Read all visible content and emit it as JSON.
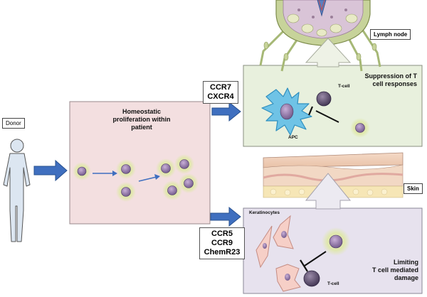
{
  "labels": {
    "donor": "Donor",
    "homeostatic": [
      "Homeostatic",
      "proliferation within",
      "patient"
    ],
    "receptors_top": [
      "CCR7",
      "CXCR4"
    ],
    "receptors_bottom": [
      "CCR5",
      "CCR9",
      "ChemR23"
    ],
    "lymph_node": "Lymph node",
    "skin": "Skin",
    "suppression": [
      "Suppression of T",
      "cell responses"
    ],
    "tcell": "T-cell",
    "apc": "APC",
    "keratinocytes": "Keratinocytes",
    "limiting": [
      "Limiting",
      "T cell mediated",
      "damage"
    ]
  },
  "colors": {
    "arrow": "#3f6fbf",
    "arrow_dark": "#27508f",
    "center_box": "#f3dfe0",
    "lymph_box": "#e8f0dd",
    "skin_box": "#e7e2ee",
    "cell_glow": "#dfe8a6",
    "cell_nucleus": "#8a6aa0",
    "apc": "#6fc3e6",
    "tcell": "#5d4e6c",
    "keratinocyte": "#f6cfc7",
    "lymph_tissue": "#c7d39a"
  },
  "icons": [
    "person-silhouette-icon",
    "lymph-node-icon",
    "skin-layers-icon",
    "apc-cell-icon",
    "t-cell-icon",
    "keratinocyte-icon",
    "inhibition-icon",
    "up-arrow-icon"
  ]
}
